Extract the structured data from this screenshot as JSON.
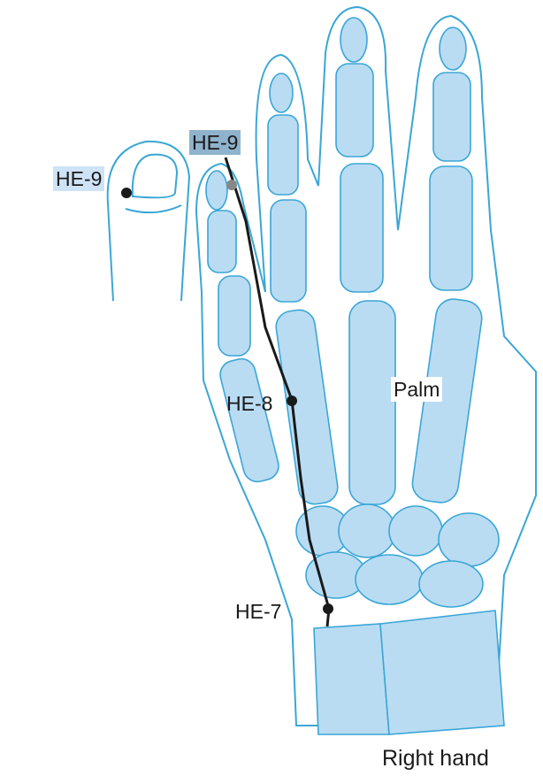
{
  "figure": {
    "caption": "Right hand",
    "region_label": "Palm",
    "colors": {
      "outline": "#3aa6d6",
      "bone_fill": "#b9dcf3",
      "skin_fill": "#ffffff",
      "channel_line": "#1a1a1a",
      "point": "#1a1a1a",
      "label_highlight": "#cfe3f6",
      "label_highlight_dark": "#8fb3cc"
    }
  },
  "points": {
    "he9_inset": "HE-9",
    "he9_main": "HE-9",
    "he8": "HE-8",
    "he7": "HE-7"
  }
}
